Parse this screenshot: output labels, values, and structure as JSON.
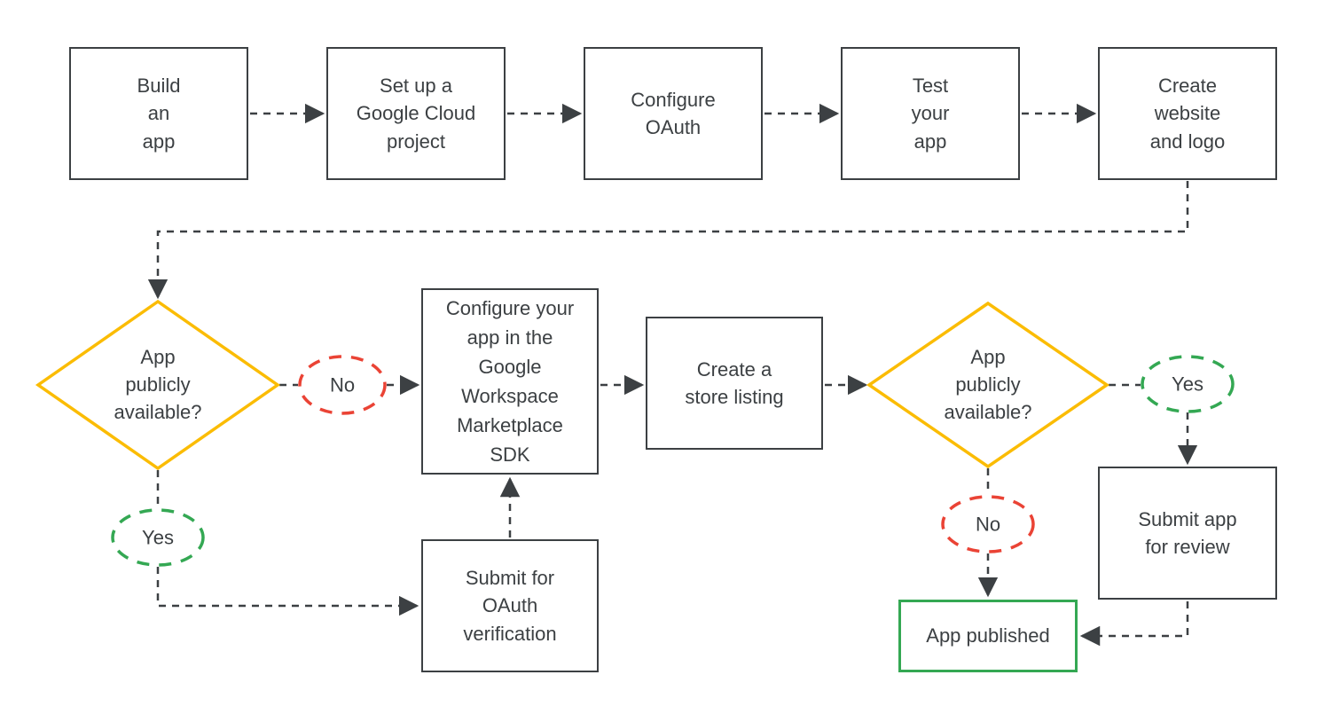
{
  "colors": {
    "box_border": "#3C4043",
    "text": "#3C4043",
    "connector": "#3C4043",
    "decision_border": "#FBBC04",
    "no_badge_border": "#EA4335",
    "yes_badge_border": "#34A853",
    "published_border": "#34A853"
  },
  "nodes": {
    "build_app": {
      "label": "Build\nan\napp"
    },
    "setup_project": {
      "label": "Set up a\nGoogle Cloud\nproject"
    },
    "configure_oauth": {
      "label": "Configure\nOAuth"
    },
    "test_app": {
      "label": "Test\nyour\napp"
    },
    "create_website": {
      "label": "Create\nwebsite\nand logo"
    },
    "decision_left": {
      "label": "App\npublicly\navailable?"
    },
    "decision_right": {
      "label": "App\npublicly\navailable?"
    },
    "configure_marketplace": {
      "label": "Configure your\napp in the\nGoogle\nWorkspace\nMarketplace\nSDK"
    },
    "store_listing": {
      "label": "Create a\nstore listing"
    },
    "submit_review": {
      "label": "Submit app\nfor review"
    },
    "submit_oauth": {
      "label": "Submit for\nOAuth\nverification"
    },
    "app_published": {
      "label": "App published"
    },
    "no_left": {
      "label": "No"
    },
    "yes_left": {
      "label": "Yes"
    },
    "yes_right": {
      "label": "Yes"
    },
    "no_right": {
      "label": "No"
    }
  }
}
